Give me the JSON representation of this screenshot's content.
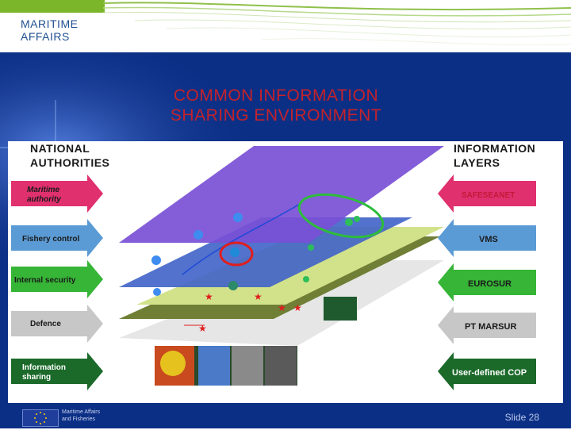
{
  "header": {
    "title_line1": "MARITIME",
    "title_line2": "AFFAIRS"
  },
  "diagram": {
    "title_line1": "COMMON INFORMATION",
    "title_line2": "SHARING ENVIRONMENT",
    "left_heading_line1": "NATIONAL",
    "left_heading_line2": "AUTHORITIES",
    "right_heading_line1": "INFORMATION",
    "right_heading_line2": "LAYERS",
    "left_arrows": [
      {
        "line1": "Maritime",
        "line2": "authority"
      },
      {
        "line1": "Fishery control",
        "line2": ""
      },
      {
        "line1": "Internal security",
        "line2": ""
      },
      {
        "line1": "Defence",
        "line2": ""
      },
      {
        "line1": "Information",
        "line2": "sharing"
      }
    ],
    "right_arrows": [
      "SAFESEANET",
      "VMS",
      "EUROSUR",
      "PT MARSUR",
      "User-defined COP"
    ],
    "colors": {
      "maritime": "#e0306e",
      "fishery": "#5b9bd5",
      "security": "#36b536",
      "defence": "#c7c7c7",
      "sharing": "#1b6a2a"
    }
  },
  "footer": {
    "dg_line1": "Maritime Affairs",
    "dg_line2": "and Fisheries",
    "slide_label": "Slide 28"
  }
}
